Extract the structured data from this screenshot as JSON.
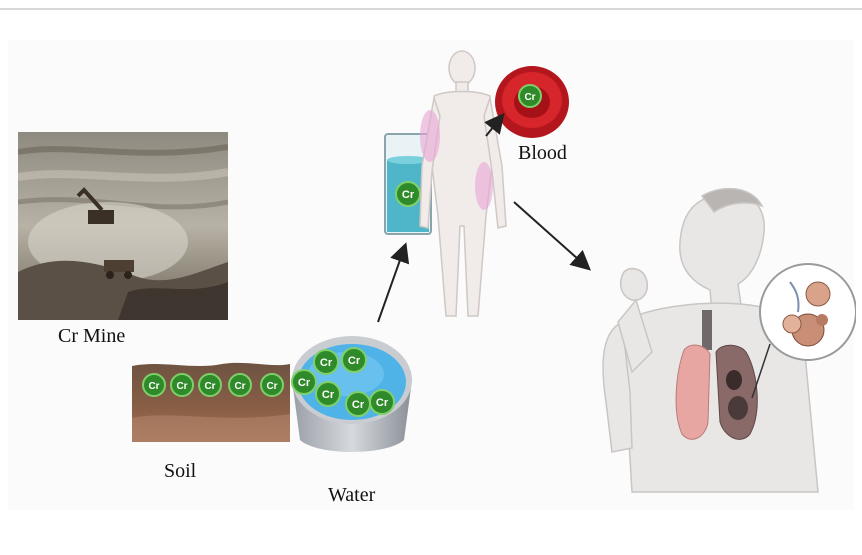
{
  "labels": {
    "mine": "Cr Mine",
    "soil": "Soil",
    "water": "Water",
    "blood": "Blood"
  },
  "element_symbol": "Cr",
  "counts": {
    "soil_particles": 5,
    "water_particles": 6
  },
  "colors": {
    "particle_fill": "#2f8a2a",
    "particle_ring": "#7fd06a",
    "soil_top": "#7a5a46",
    "soil_bottom": "#a06d4e",
    "water": "#4fb3e8",
    "blood_cell": "#c81e24",
    "arrow": "#222222"
  },
  "icons": [
    "mine-photo",
    "soil-layer",
    "water-basin",
    "beaker",
    "human-figure",
    "red-blood-cell",
    "coughing-person",
    "lungs",
    "alveoli-inset"
  ]
}
